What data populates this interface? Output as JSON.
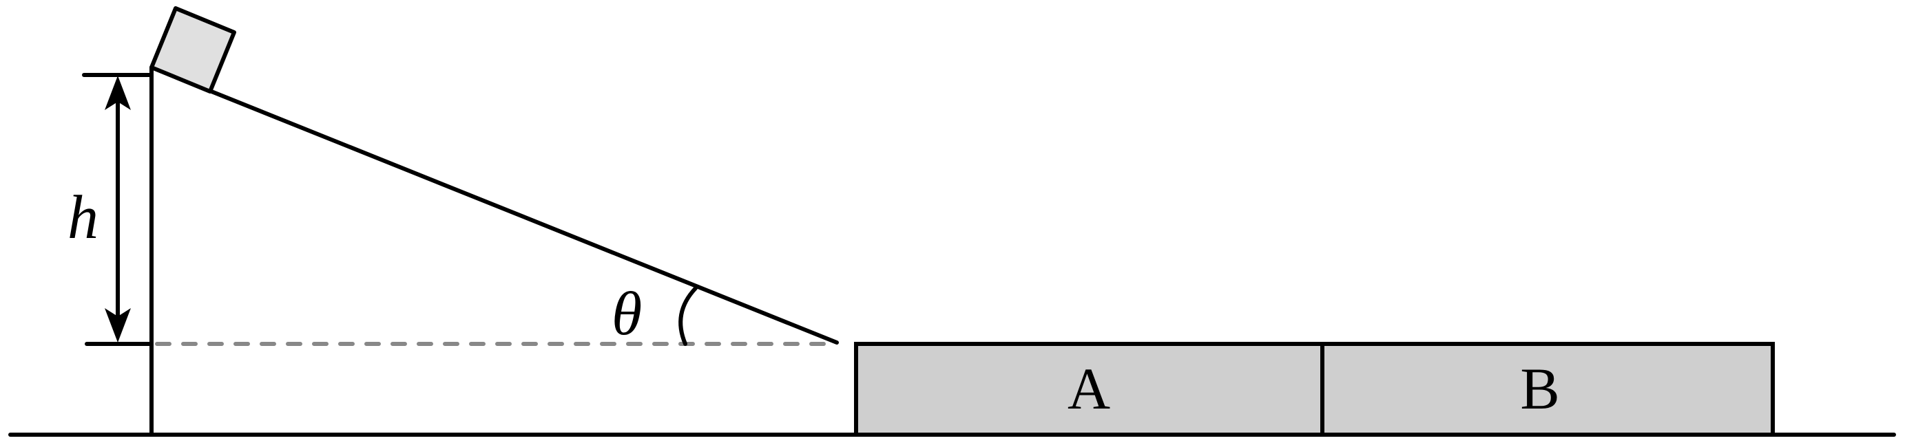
{
  "labels": {
    "height": "h",
    "angle": "θ",
    "block_a": "A",
    "block_b": "B"
  },
  "colors": {
    "line": "#000000",
    "small_block_fill": "#e0e0e0",
    "board_fill": "#cfcfcf",
    "dashed_line": "#888888"
  }
}
